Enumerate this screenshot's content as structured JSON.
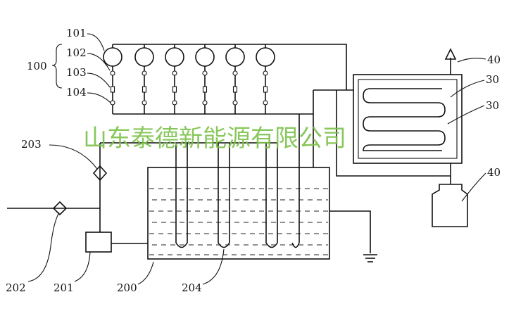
{
  "labels": {
    "l100": "100",
    "l101": "101",
    "l102": "102",
    "l103": "103",
    "l104": "104",
    "l200": "200",
    "l201": "201",
    "l202": "202",
    "l203": "203",
    "l204": "204",
    "l30a": "30",
    "l30b": "30",
    "l40a": "40",
    "l40b": "40"
  },
  "watermark": "山东泰德新能源有限公司",
  "colors": {
    "watermark": "#7cc24a",
    "line": "#111111"
  }
}
